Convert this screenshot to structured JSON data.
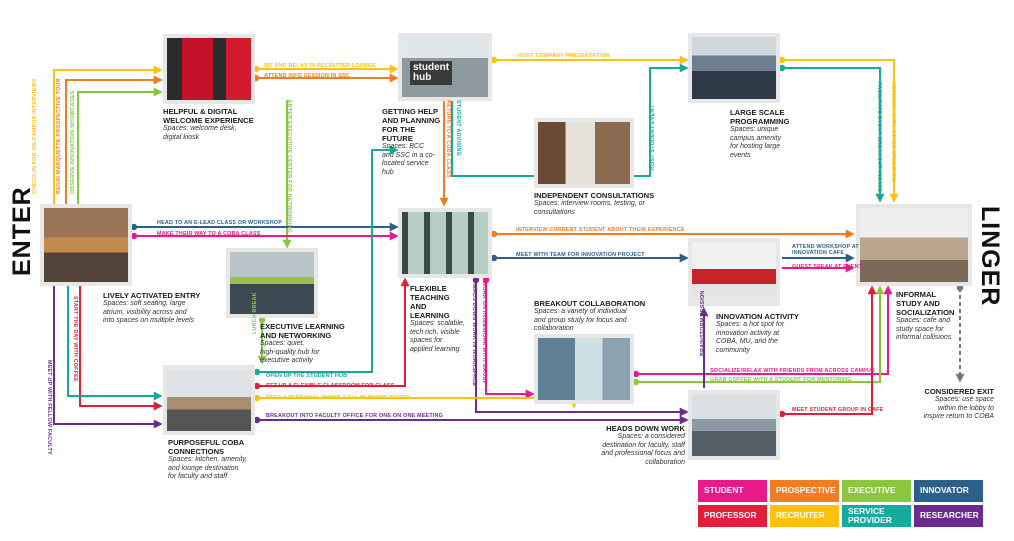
{
  "side_labels": {
    "enter": "ENTER",
    "linger": "LINGER"
  },
  "nodes": {
    "welcome": {
      "title": "HELPFUL & DIGITAL\nWELCOME EXPERIENCE",
      "sub": "Spaces: welcome desk,\ndigital kiosk"
    },
    "getting_help": {
      "title": "GETTING HELP\nAND PLANNING\nFOR THE\nFUTURE",
      "sub": "Spaces: BCC\nand SSC in a co-\nlocated service\nhub"
    },
    "large_scale": {
      "title": "LARGE SCALE\nPROGRAMMING",
      "sub": "Spaces: unique\ncampus amenity\nfor hosting large\nevents"
    },
    "independent": {
      "title": "INDEPENDENT CONSULTATIONS",
      "sub": "Spaces: interview rooms, testing, or\nconsultations"
    },
    "lively": {
      "title": "LIVELY ACTIVATED ENTRY",
      "sub": "Spaces: soft seating, large\natrium, visibility across and\ninto spaces on multiple levels"
    },
    "exec_learning": {
      "title": "EXECUTIVE LEARNING\nAND NETWORKING",
      "sub": "Spaces: quiet,\nhigh-quality hub for\nexecutive activity"
    },
    "flexible": {
      "title": "FLEXIBLE\nTEACHING\nAND\nLEARNING",
      "sub": "Spaces: scalable,\ntech rich, visible\nspaces for\napplied learning"
    },
    "breakout": {
      "title": "BREAKOUT COLLABORATION",
      "sub": "Spaces: a variety of individual\nand group study for focus and\ncollaboration"
    },
    "innovation": {
      "title": "INNOVATION ACTIVITY",
      "sub": "Spaces: a hot spot for\ninnovation activity at\nCOBA, MU, and the\ncommunity"
    },
    "informal": {
      "title": "INFORMAL\nSTUDY AND\nSOCIALIZATION",
      "sub": "Spaces: cafe and\nstudy space for\ninformal collisions"
    },
    "considered_exit": {
      "title": "CONSIDERED EXIT",
      "sub": "Spaces: use space\nwithin the lobby to\ninspire return to COBA"
    },
    "purposeful": {
      "title": "PURPOSEFUL COBA\nCONNECTIONS",
      "sub": "Spaces: kitchen, amenity,\nand lounge destination\nfor faculty and staff"
    },
    "heads_down": {
      "title": "HEADS DOWN WORK",
      "sub": "Spaces: a considered\ndestination for faculty, staff\nand professional focus and\ncollaboration"
    }
  },
  "photo_text": {
    "student_hub": "student\nhub"
  },
  "colors": {
    "student": "#e8198b",
    "prospective": "#f07d21",
    "executive": "#8cc63f",
    "innovator": "#2d5f8b",
    "professor": "#e31e3b",
    "recruiter": "#fec10e",
    "service_provider": "#16a99e",
    "researcher": "#6a2c91",
    "arrow_gray": "#777777"
  },
  "icons": {
    "arrow": "arrowhead-icon",
    "photo": "photo-thumbnail-icon"
  },
  "path_labels": [
    {
      "id": "sit-relax",
      "text": "SIT AND RELAX IN RECRUITER LOUNGE",
      "color": "recruiter"
    },
    {
      "id": "attend-info",
      "text": "ATTEND INFO SESSION IN SSC",
      "color": "prospective"
    },
    {
      "id": "host-company",
      "text": "HOST COMPANY PRESENTATION",
      "color": "recruiter"
    },
    {
      "id": "head-class",
      "text": "HEAD TO AN E-LEAD CLASS OR WORKSHOP",
      "color": "innovator"
    },
    {
      "id": "make-way",
      "text": "MAKE THEIR WAY TO A COBA CLASS",
      "color": "student"
    },
    {
      "id": "interview",
      "text": "INTERVIEW CURRENT STUDENT ABOUT THEIR EXPERIENCE",
      "color": "prospective"
    },
    {
      "id": "meet-team",
      "text": "MEET WITH TEAM FOR INNOVATION PROJECT",
      "color": "innovator"
    },
    {
      "id": "attend-workshop",
      "text": "ATTEND WORKSHOP AT\nINNOVATION CAFE",
      "color": "innovator"
    },
    {
      "id": "guest-speak",
      "text": "GUEST SPEAK AT EVENT",
      "color": "student"
    },
    {
      "id": "socialize",
      "text": "SOCIALIZE/RELAX WITH FRIENDS FROM ACROSS CAMPUS",
      "color": "student"
    },
    {
      "id": "grab-coffee",
      "text": "GRAB COFFEE WITH A STUDENT FOR MENTORING",
      "color": "executive"
    },
    {
      "id": "open-hub",
      "text": "OPEN UP THE STUDENT HUB",
      "color": "service_provider"
    },
    {
      "id": "flex-classroom",
      "text": "SET UP A FLEXIBLE CLASSROOM FOR CLASS",
      "color": "professor"
    },
    {
      "id": "phone-call",
      "text": "TAKE A PERSONAL PHONE CALL IN PHONE BOOTH",
      "color": "recruiter"
    },
    {
      "id": "breakout-faculty",
      "text": "BREAKOUT INTO FACULTY OFFICE FOR ONE ON ONE MEETING",
      "color": "researcher"
    },
    {
      "id": "meet-group",
      "text": "MEET STUDENT GROUP IN CAFE",
      "color": "professor"
    }
  ],
  "vertical_labels": [
    {
      "id": "checkin",
      "text": "CHECK-IN FOR ON-CAMPUS INTERVIEWS",
      "color": "recruiter"
    },
    {
      "id": "begin-tour",
      "text": "BEGIN MARQUETTE PROSPECTIVE TOUR",
      "color": "prospective"
    },
    {
      "id": "observe",
      "text": "OBSERVE INNOVATION SHOWCASES",
      "color": "executive"
    },
    {
      "id": "enter-exec",
      "text": "ENTER EXECUTIVE CENTER FOR NETWORKING",
      "color": "executive"
    },
    {
      "id": "student-advising",
      "text": "STUDENT ADVISING",
      "color": "service_provider"
    },
    {
      "id": "return-coba",
      "text": "RETURN TO A COBA CLASS",
      "color": "prospective"
    },
    {
      "id": "host-event",
      "text": "HOST STUDENT EVENT",
      "color": "service_provider"
    },
    {
      "id": "network",
      "text": "NETWORK WITH OTHER STUDENTS",
      "color": "recruiter"
    },
    {
      "id": "facilitate",
      "text": "FACILITATE EVENT BREAKOUT INCASE",
      "color": "service_provider"
    },
    {
      "id": "meetup",
      "text": "MEET UP WITH FELLOW FACULTY",
      "color": "researcher"
    },
    {
      "id": "start-day",
      "text": "START THE DAY WITH COFFEE",
      "color": "professor"
    },
    {
      "id": "lunch-break",
      "text": "LUNCH BREAK",
      "color": "executive"
    },
    {
      "id": "work-homework",
      "text": "WORK ON HOMEWORK WITH GROUP",
      "color": "student"
    },
    {
      "id": "heads-down",
      "text": "HEADS DOWN WORK IN WORKSPACE",
      "color": "researcher"
    },
    {
      "id": "brainstorm",
      "text": "BRAINSTORM SESSION",
      "color": "researcher"
    }
  ],
  "legend": [
    {
      "label": "STUDENT",
      "color": "student"
    },
    {
      "label": "PROSPECTIVE",
      "color": "prospective"
    },
    {
      "label": "EXECUTIVE",
      "color": "executive"
    },
    {
      "label": "INNOVATOR",
      "color": "innovator"
    },
    {
      "label": "PROFESSOR",
      "color": "professor"
    },
    {
      "label": "RECRUITER",
      "color": "recruiter"
    },
    {
      "label": "SERVICE\nPROVIDER",
      "color": "service_provider"
    },
    {
      "label": "RESEARCHER",
      "color": "researcher"
    }
  ]
}
